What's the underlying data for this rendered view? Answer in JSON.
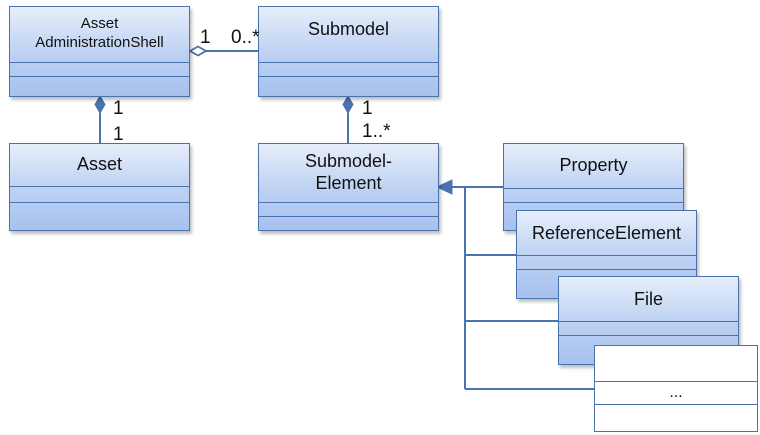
{
  "classes": {
    "aas": {
      "name": "Asset\nAdministrationShell"
    },
    "submodel": {
      "name": "Submodel"
    },
    "asset": {
      "name": "Asset"
    },
    "submodel_element": {
      "name": "Submodel-\nElement"
    },
    "property": {
      "name": "Property"
    },
    "reference_element": {
      "name": "ReferenceElement"
    },
    "file": {
      "name": "File"
    },
    "more": {
      "name": "..."
    }
  },
  "multiplicities": {
    "aas_side": "1",
    "submodel_side": "0..*",
    "aas_asset_top": "1",
    "aas_asset_bottom": "1",
    "submodel_element_top": "1",
    "submodel_element_bottom": "1..*"
  },
  "colors": {
    "line": "#4a72ad",
    "class_fill_top": "#e6eefb",
    "class_fill_bottom": "#a7c1ee"
  }
}
